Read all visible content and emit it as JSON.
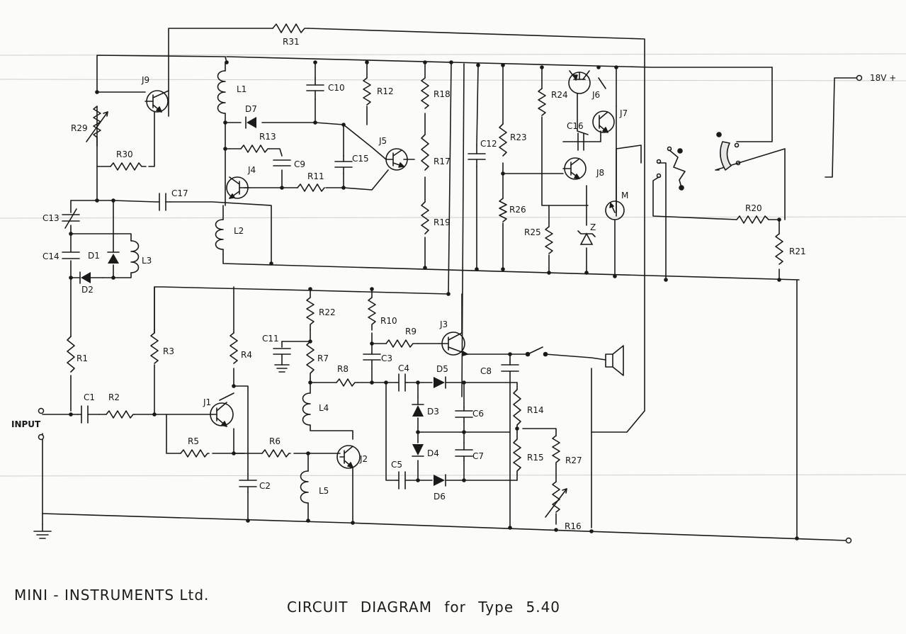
{
  "title": {
    "company": "MINI - INSTRUMENTS Ltd.",
    "diagram": "CIRCUIT DIAGRAM for Type 5.40"
  },
  "terminals": {
    "input": "INPUT",
    "supply": "18V +"
  },
  "components": {
    "resistors": [
      "R1",
      "R2",
      "R3",
      "R4",
      "R5",
      "R6",
      "R7",
      "R8",
      "R9",
      "R10",
      "R11",
      "R12",
      "R13",
      "R14",
      "R15",
      "R16",
      "R17",
      "R18",
      "R19",
      "R20",
      "R21",
      "R22",
      "R23",
      "R24",
      "R25",
      "R26",
      "R27",
      "R29",
      "R30",
      "R31"
    ],
    "capacitors": [
      "C1",
      "C2",
      "C3",
      "C4",
      "C5",
      "C6",
      "C7",
      "C8",
      "C9",
      "C10",
      "C11",
      "C12",
      "C13",
      "C14",
      "C15",
      "C16",
      "C17"
    ],
    "inductors": [
      "L1",
      "L2",
      "L3",
      "L4",
      "L5"
    ],
    "diodes": [
      "D1",
      "D2",
      "D3",
      "D4",
      "D5",
      "D6",
      "D7",
      "Z"
    ],
    "transistors": [
      "J1",
      "J2",
      "J3",
      "J4",
      "J5",
      "J6",
      "J7",
      "J8",
      "J9"
    ],
    "meter": "M"
  }
}
